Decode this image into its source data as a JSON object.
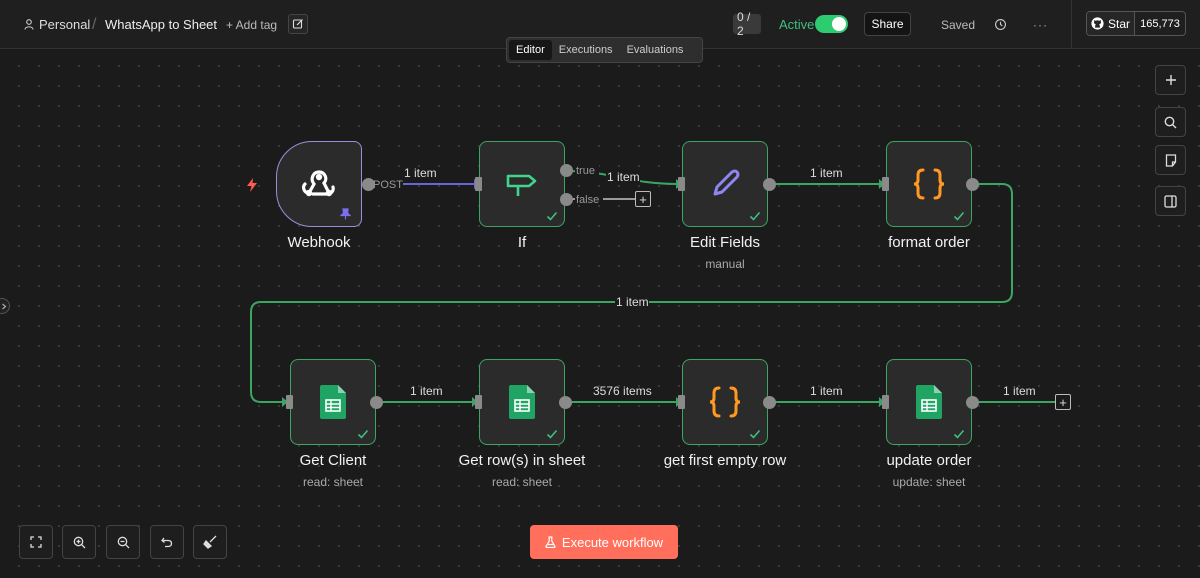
{
  "header": {
    "project": "Personal",
    "separator": "/",
    "workflow_title": "WhatsApp to Sheet",
    "add_tag": "+ Add tag",
    "count": "0 / 2",
    "active_label": "Active",
    "share_label": "Share",
    "saved_label": "Saved",
    "more": "···",
    "github_star": "Star",
    "github_count": "165,773"
  },
  "tabs": [
    {
      "label": "Editor",
      "active": true
    },
    {
      "label": "Executions",
      "active": false
    },
    {
      "label": "Evaluations",
      "active": false
    }
  ],
  "nodes": [
    {
      "id": "webhook",
      "title": "Webhook",
      "subtitle": "",
      "icon": "webhook-icon"
    },
    {
      "id": "if",
      "title": "If",
      "subtitle": "",
      "icon": "signpost-icon"
    },
    {
      "id": "edit_fields",
      "title": "Edit Fields",
      "subtitle": "manual",
      "icon": "pencil-icon"
    },
    {
      "id": "format_order",
      "title": "format order",
      "subtitle": "",
      "icon": "code-braces-icon"
    },
    {
      "id": "get_client",
      "title": "Get Client",
      "subtitle": "read: sheet",
      "icon": "google-sheets-icon"
    },
    {
      "id": "get_rows",
      "title": "Get row(s) in sheet",
      "subtitle": "read: sheet",
      "icon": "google-sheets-icon"
    },
    {
      "id": "first_empty",
      "title": "get first empty row",
      "subtitle": "",
      "icon": "code-braces-icon"
    },
    {
      "id": "update_order",
      "title": "update order",
      "subtitle": "update: sheet",
      "icon": "google-sheets-icon"
    }
  ],
  "edges": {
    "webhook_if": "1 item",
    "webhook_method": "POST",
    "if_true_label": "true",
    "if_false_label": "false",
    "if_edit": "1 item",
    "edit_format": "1 item",
    "format_getclient": "1 item",
    "getclient_getrows": "1 item",
    "getrows_first": "3576 items",
    "first_update": "1 item",
    "update_out": "1 item"
  },
  "execute_button": "Execute workflow",
  "colors": {
    "accent_green": "#3aa660",
    "trigger_purple": "#9b8fd8",
    "execute_coral": "#ff6f5c",
    "code_orange": "#ff9922",
    "sheets_green": "#1fa463",
    "pencil_purple": "#8f87f1"
  }
}
